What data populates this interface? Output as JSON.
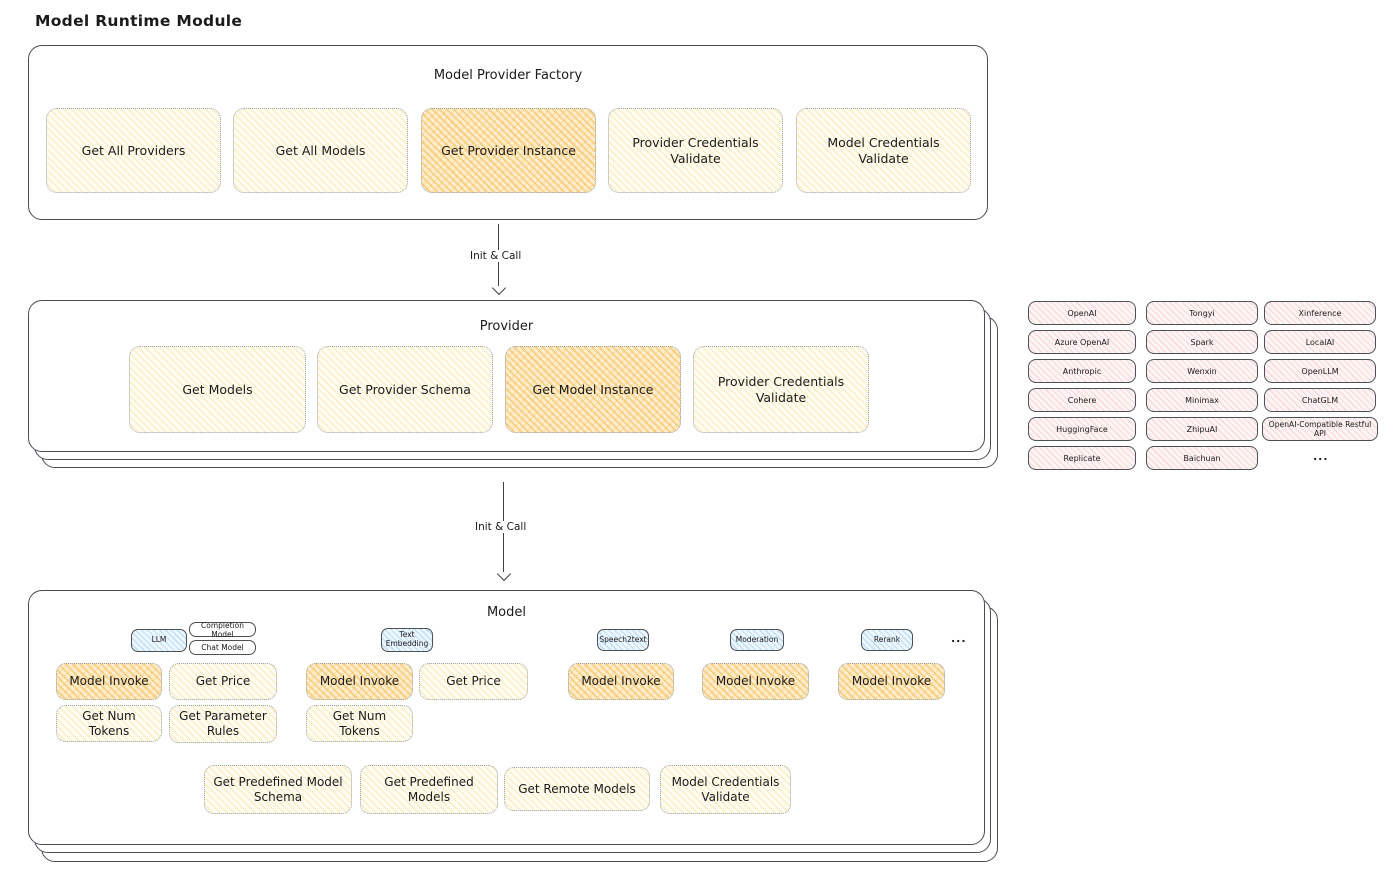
{
  "page_title": "Model Runtime Module",
  "factory": {
    "title": "Model Provider Factory",
    "boxes": [
      "Get All Providers",
      "Get All Models",
      "Get Provider Instance",
      "Provider Credentials Validate",
      "Model Credentials Validate"
    ]
  },
  "arrows": {
    "label1": "Init & Call",
    "label2": "Init & Call"
  },
  "provider": {
    "title": "Provider",
    "boxes": [
      "Get Models",
      "Get Provider Schema",
      "Get Model Instance",
      "Provider Credentials Validate"
    ]
  },
  "providers_list": {
    "col1": [
      "OpenAI",
      "Azure OpenAI",
      "Anthropic",
      "Cohere",
      "HuggingFace",
      "Replicate"
    ],
    "col2": [
      "Tongyi",
      "Spark",
      "Wenxin",
      "Minimax",
      "ZhipuAI",
      "Baichuan"
    ],
    "col3": [
      "Xinference",
      "LocalAI",
      "OpenLLM",
      "ChatGLM",
      "OpenAI-Compatible Restful API"
    ],
    "more": "..."
  },
  "model": {
    "title": "Model",
    "tags": {
      "llm": "LLM",
      "completion": "Completion Model",
      "chat": "Chat Model",
      "text_embedding": "Text Embedding",
      "speech2text": "Speech2text",
      "moderation": "Moderation",
      "rerank": "Rerank"
    },
    "ops": {
      "invoke": "Model Invoke",
      "get_price": "Get Price",
      "get_num_tokens": "Get Num Tokens",
      "get_parameter_rules": "Get Parameter Rules"
    },
    "more": "...",
    "bottom": [
      "Get Predefined Model Schema",
      "Get Predefined Models",
      "Get Remote Models",
      "Model Credentials Validate"
    ]
  },
  "colors": {
    "box_yellow": "#fff9e3",
    "box_orange_highlight": "#fbd9a0",
    "chip_pink": "#fdeaea",
    "pill_blue": "#dbecfb",
    "border_dark": "#494d52",
    "border_dotted": "#9aa0a6"
  }
}
